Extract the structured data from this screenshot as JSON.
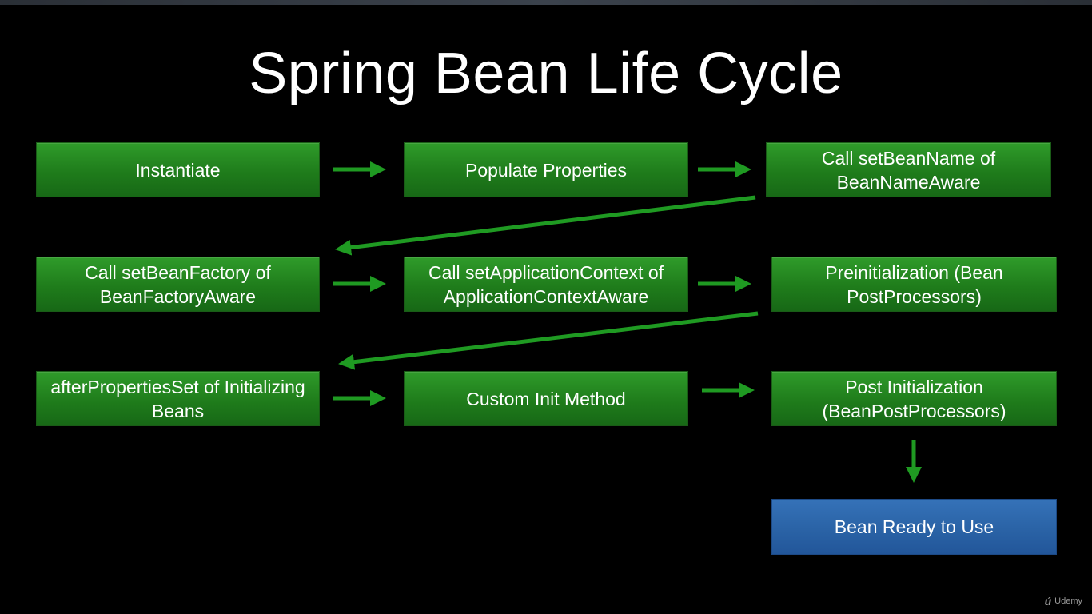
{
  "title": "Spring Bean Life Cycle",
  "steps": [
    {
      "label": "Instantiate"
    },
    {
      "label": "Populate Properties"
    },
    {
      "label": "Call setBeanName of BeanNameAware"
    },
    {
      "label": "Call setBeanFactory of BeanFactoryAware"
    },
    {
      "label": "Call setApplicationContext of ApplicationContextAware"
    },
    {
      "label": "Preinitialization (Bean PostProcessors)"
    },
    {
      "label": "afterPropertiesSet of Initializing Beans"
    },
    {
      "label": "Custom Init Method"
    },
    {
      "label": "Post Initialization (BeanPostProcessors)"
    },
    {
      "label": "Bean Ready to Use"
    }
  ],
  "colors": {
    "background": "#000000",
    "step_box": "#258a20",
    "final_box": "#2c66a8",
    "arrow": "#1f9a22",
    "text": "#ffffff"
  },
  "watermark": {
    "logo": "ú",
    "text": "Udemy"
  }
}
